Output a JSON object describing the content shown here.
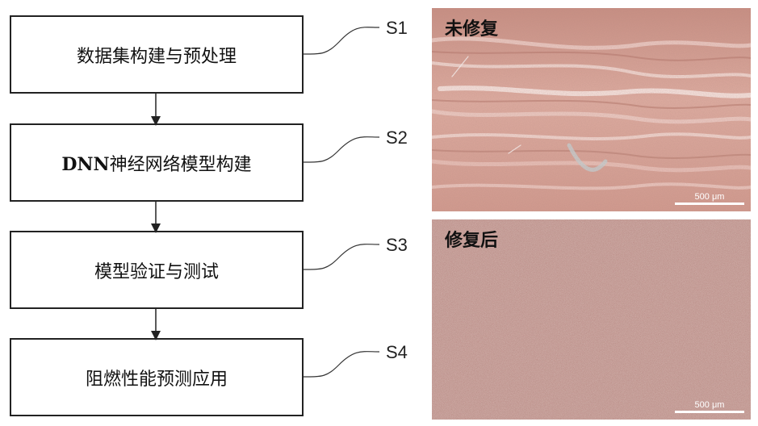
{
  "flowchart": {
    "steps": [
      {
        "id": "S1",
        "text": "数据集构建与预处理"
      },
      {
        "id": "S2",
        "prefix": "DNN",
        "text": "神经网络模型构建"
      },
      {
        "id": "S3",
        "text": "模型验证与测试"
      },
      {
        "id": "S4",
        "text": "阻燃性能预测应用"
      }
    ]
  },
  "photos": {
    "before": {
      "caption": "未修复",
      "scale": "500 μm"
    },
    "after": {
      "caption": "修复后",
      "scale": "500 μm"
    }
  },
  "colors": {
    "border": "#222222",
    "before_base": "#d79d90",
    "after_base": "#b88680"
  }
}
